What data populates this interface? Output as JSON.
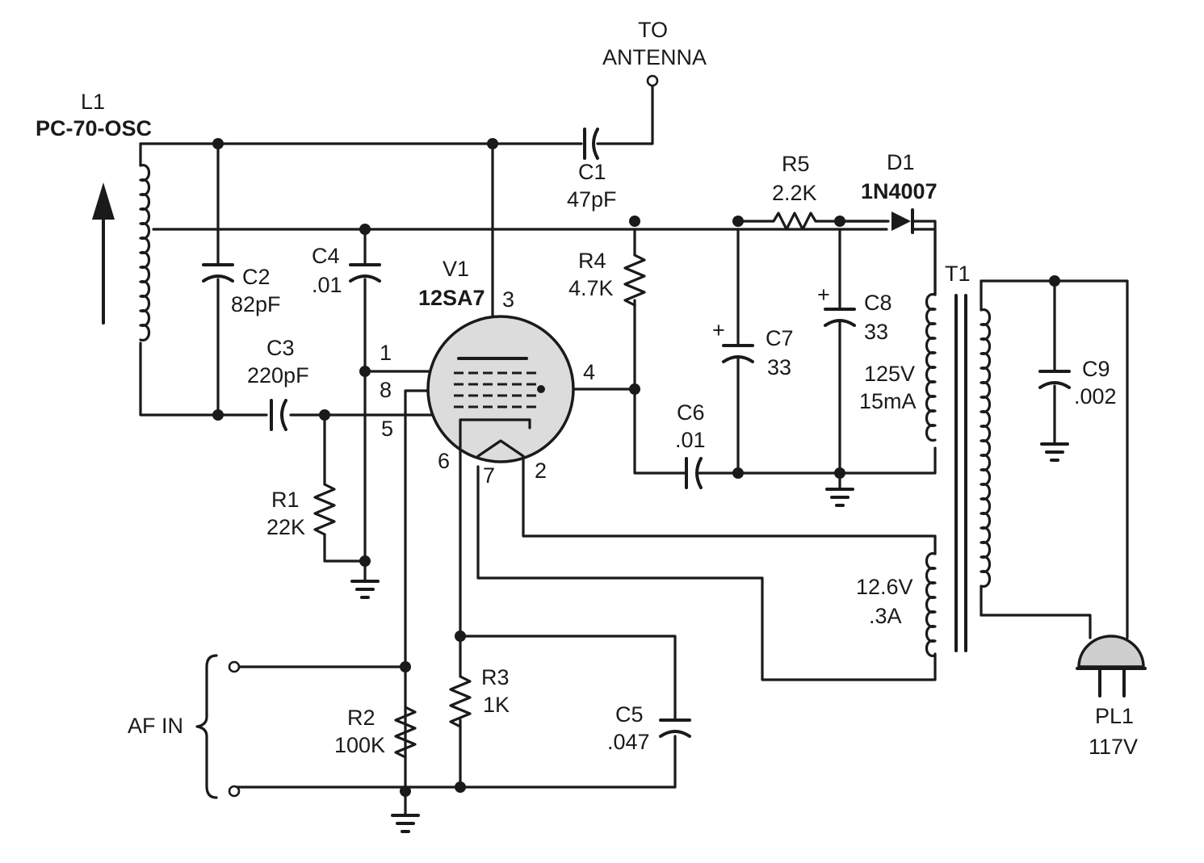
{
  "antenna": {
    "line1": "TO",
    "line2": "ANTENNA"
  },
  "L1": {
    "ref": "L1",
    "value": "PC-70-OSC"
  },
  "C1": {
    "ref": "C1",
    "value": "47pF"
  },
  "C2": {
    "ref": "C2",
    "value": "82pF"
  },
  "C3": {
    "ref": "C3",
    "value": "220pF"
  },
  "C4": {
    "ref": "C4",
    "value": ".01"
  },
  "C5": {
    "ref": "C5",
    "value": ".047"
  },
  "C6": {
    "ref": "C6",
    "value": ".01"
  },
  "C7": {
    "ref": "C7",
    "value": "33",
    "polarity": "+"
  },
  "C8": {
    "ref": "C8",
    "value": "33",
    "polarity": "+"
  },
  "C9": {
    "ref": "C9",
    "value": ".002"
  },
  "R1": {
    "ref": "R1",
    "value": "22K"
  },
  "R2": {
    "ref": "R2",
    "value": "100K"
  },
  "R3": {
    "ref": "R3",
    "value": "1K"
  },
  "R4": {
    "ref": "R4",
    "value": "4.7K"
  },
  "R5": {
    "ref": "R5",
    "value": "2.2K"
  },
  "D1": {
    "ref": "D1",
    "value": "1N4007"
  },
  "V1": {
    "ref": "V1",
    "value": "12SA7",
    "pins": [
      "1",
      "2",
      "3",
      "4",
      "5",
      "6",
      "7",
      "8"
    ]
  },
  "T1": {
    "ref": "T1",
    "hv_volts": "125V",
    "hv_current": "15mA",
    "fil_volts": "12.6V",
    "fil_current": ".3A"
  },
  "PL1": {
    "ref": "PL1",
    "value": "117V"
  },
  "af_in": "AF IN"
}
